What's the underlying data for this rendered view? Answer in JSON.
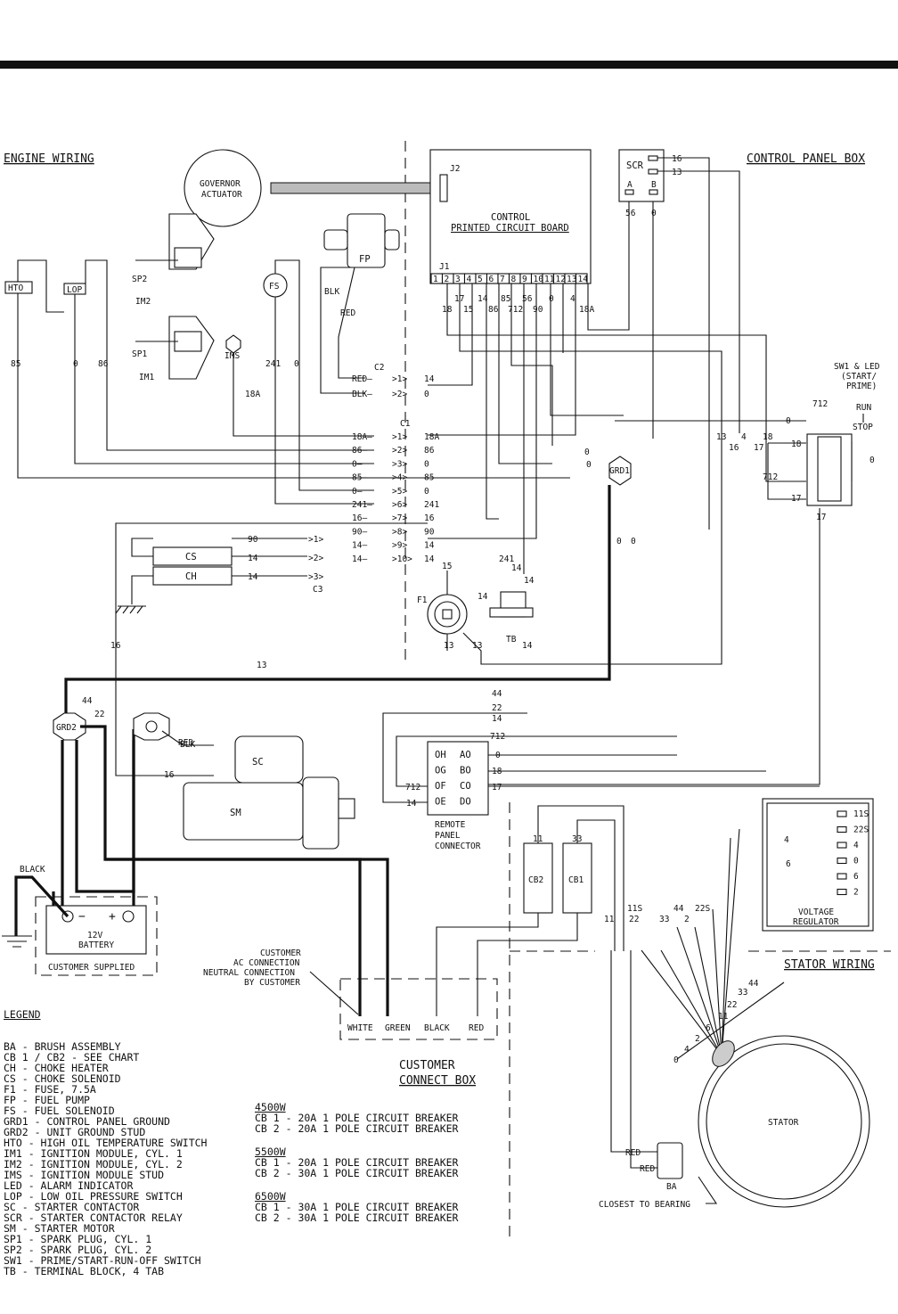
{
  "sections": {
    "engine_wiring": "ENGINE WIRING",
    "control_panel_box": "CONTROL PANEL BOX",
    "stator_wiring": "STATOR WIRING",
    "customer_connect_box_1": "CUSTOMER",
    "customer_connect_box_2": "CONNECT BOX"
  },
  "components": {
    "governor": [
      "GOVERNOR",
      "ACTUATOR"
    ],
    "pcb": [
      "CONTROL",
      "PRINTED CIRCUIT BOARD"
    ],
    "j1": "J1",
    "j2": "J2",
    "j1_pins": [
      "1",
      "2",
      "3",
      "4",
      "5",
      "6",
      "7",
      "8",
      "9",
      "10",
      "11",
      "12",
      "13",
      "14"
    ],
    "scr": "SCR",
    "scr_a": "A",
    "scr_b": "B",
    "fp": "FP",
    "fs": "FS",
    "hto": "HTO",
    "lop": "LOP",
    "sp1": "SP1",
    "sp2": "SP2",
    "im1": "IM1",
    "im2": "IM2",
    "ims": "IMS",
    "c1": "C1",
    "c2": "C2",
    "c3": "C3",
    "cs": "CS",
    "ch": "CH",
    "f1": "F1",
    "tb": "TB",
    "grd1": "GRD1",
    "grd2": "GRD2",
    "sc": "SC",
    "sm": "SM",
    "sw1": [
      "SW1 & LED",
      "(START/",
      "PRIME)"
    ],
    "run": "RUN",
    "stop": "STOP",
    "remote": [
      "REMOTE",
      "PANEL",
      "CONNECTOR"
    ],
    "remote_pins_left": [
      "H",
      "G",
      "F",
      "E"
    ],
    "remote_pins_right": [
      "A",
      "B",
      "C",
      "D"
    ],
    "cb1": "CB1",
    "cb2": "CB2",
    "vreg": [
      "VOLTAGE",
      "REGULATOR"
    ],
    "vreg_terms": [
      "11S",
      "22S",
      "4",
      "0",
      "6",
      "2"
    ],
    "battery": [
      "12V",
      "BATTERY"
    ],
    "battery_minus": "−",
    "battery_plus": "+",
    "customer_supplied": "CUSTOMER SUPPLIED",
    "black_ground": "BLACK",
    "customer_ac": [
      "CUSTOMER",
      "AC CONNECTION",
      "NEUTRAL CONNECTION",
      "BY CUSTOMER"
    ],
    "customer_terms": [
      "WHITE",
      "GREEN",
      "BLACK",
      "RED"
    ],
    "stator": "STATOR",
    "ba": "BA",
    "closest_bearing": "CLOSEST TO BEARING",
    "red": "RED",
    "blk": "BLK"
  },
  "wire_labels": {
    "j1_top": [
      "17",
      "14",
      "85",
      "56",
      "0",
      "4"
    ],
    "j1_bottom": [
      "18",
      "15",
      "86",
      "712",
      "90",
      "18A"
    ],
    "scr_below": [
      "56",
      "0"
    ],
    "scr_right": [
      "16",
      "13"
    ],
    "engine_left": [
      "85",
      "0",
      "86",
      "241",
      "0",
      "18A"
    ],
    "c2_rows": [
      [
        "RED",
        "1",
        "14"
      ],
      [
        "BLK",
        "2",
        "0"
      ]
    ],
    "c1_rows": [
      [
        "18A",
        "1",
        "18A"
      ],
      [
        "86",
        "2",
        "86"
      ],
      [
        "0",
        "3",
        "0"
      ],
      [
        "85",
        "4",
        "85"
      ],
      [
        "0",
        "5",
        "0"
      ],
      [
        "241",
        "6",
        "241"
      ],
      [
        "16",
        "7",
        "16"
      ],
      [
        "90",
        "8",
        "90"
      ],
      [
        "14",
        "9",
        "14"
      ],
      [
        "14",
        "10",
        "14"
      ]
    ],
    "c3_rows": [
      [
        "90",
        "1"
      ],
      [
        "14",
        "2"
      ],
      [
        "14",
        "3"
      ]
    ],
    "misc": [
      "15",
      "241",
      "14",
      "14",
      "14",
      "13",
      "13",
      "14",
      "16",
      "13",
      "44",
      "22",
      "44",
      "22",
      "14",
      "712",
      "16",
      "0",
      "18",
      "17",
      "712",
      "14",
      "11",
      "33",
      "0",
      "0",
      "0",
      "0",
      "13",
      "16",
      "4",
      "17",
      "18",
      "712",
      "18",
      "17",
      "17",
      "0",
      "712",
      "0",
      "4",
      "6",
      "11",
      "22",
      "33",
      "44",
      "2",
      "22S",
      "11S",
      "44",
      "33",
      "22",
      "11",
      "6",
      "2",
      "4",
      "0",
      "RED",
      "RED",
      "BLK"
    ]
  },
  "legend": {
    "title": "LEGEND",
    "items": [
      "BA - BRUSH ASSEMBLY",
      "CB 1 / CB2 - SEE CHART",
      "CH - CHOKE HEATER",
      "CS - CHOKE SOLENOID",
      "F1 - FUSE, 7.5A",
      "FP - FUEL PUMP",
      "FS - FUEL SOLENOID",
      "GRD1 - CONTROL PANEL GROUND",
      "GRD2 - UNIT GROUND STUD",
      "HTO - HIGH OIL TEMPERATURE SWITCH",
      "IM1 - IGNITION MODULE, CYL. 1",
      "IM2 - IGNITION MODULE, CYL. 2",
      "IMS - IGNITION MODULE STUD",
      "LED - ALARM INDICATOR",
      "LOP - LOW OIL PRESSURE SWITCH",
      "SC - STARTER CONTACTOR",
      "SCR - STARTER CONTACTOR RELAY",
      "SM - STARTER MOTOR",
      "SP1 - SPARK PLUG, CYL. 1",
      "SP2 - SPARK PLUG, CYL. 2",
      "SW1 - PRIME/START-RUN-OFF SWITCH",
      "TB - TERMINAL BLOCK, 4 TAB"
    ]
  },
  "breaker_chart": [
    {
      "model": "4500W",
      "lines": [
        "CB 1 - 20A 1 POLE CIRCUIT BREAKER",
        "CB 2 - 20A 1 POLE CIRCUIT BREAKER"
      ]
    },
    {
      "model": "5500W",
      "lines": [
        "CB 1 - 20A 1 POLE CIRCUIT BREAKER",
        "CB 2 - 30A 1 POLE CIRCUIT BREAKER"
      ]
    },
    {
      "model": "6500W",
      "lines": [
        "CB 1 - 30A 1 POLE CIRCUIT BREAKER",
        "CB 2 - 30A 1 POLE CIRCUIT BREAKER"
      ]
    }
  ]
}
